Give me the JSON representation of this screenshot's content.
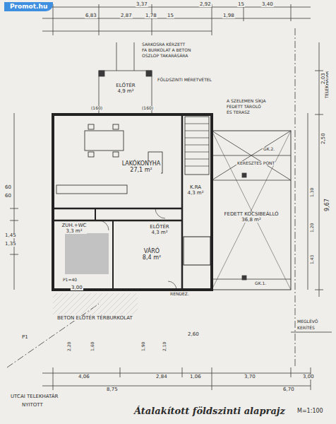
{
  "diagram": {
    "title": "Átalakított földszinti alaprajz",
    "nodes": [
      {
        "text": [
          "ELŐTÉR",
          "4,9 m²"
        ]
      },
      {
        "text": [
          "LAKÓKONYHA",
          "27,1 m²"
        ]
      },
      {
        "text": [
          "K.RA",
          "4,3 m²"
        ]
      },
      {
        "text": [
          "ELŐTÉR",
          "4,3 m²"
        ]
      },
      {
        "text": [
          "ZUH.+WC",
          "3,3 m²"
        ]
      },
      {
        "text": [
          "VÁRÓ",
          "8,4 m²"
        ]
      },
      {
        "text": [
          "FEDETT KOCSIBEÁLLÓ",
          "36,8 m²"
        ]
      }
    ],
    "labels": [
      "Promot.hu",
      "3,37",
      "2,92",
      "15",
      "3,40",
      "6,83",
      "2,87",
      "1,78",
      "15",
      "1,98",
      "SARKOSRA KÉRZETT",
      "FA BURKOLAT A BETON",
      "OSZLOP TAKARÁSÁRA",
      "(160)",
      "(160)",
      "FÖLDSZINTI MÉRETVÉTEL",
      "A SZELEMEN SÍKJA",
      "FEDETT TÁROLÓ",
      "ÉS TERASZ",
      "KERESZTES PONT",
      "GK.2.",
      "GK.1.",
      "TELEKHATÁR",
      "2,03",
      "2,50",
      "9,67",
      "1,30",
      "1,20",
      "1,43",
      "60",
      "60",
      "1,45",
      "1,35",
      "P1=40",
      "3,00",
      "BETON ELŐTÉR TÉRBURKOLAT",
      "2,20",
      "1,60",
      "1,90",
      "2,10",
      "2,60",
      "RENDEZ.",
      "MEGLÉVŐ",
      "KERÍTÉS",
      "4,06",
      "2,84",
      "1,06",
      "3,70",
      "3,00",
      "8,75",
      "6,70",
      "P1",
      "UTCAI TELEKHATÁR",
      "NYITOTT",
      "M=1:100"
    ]
  }
}
